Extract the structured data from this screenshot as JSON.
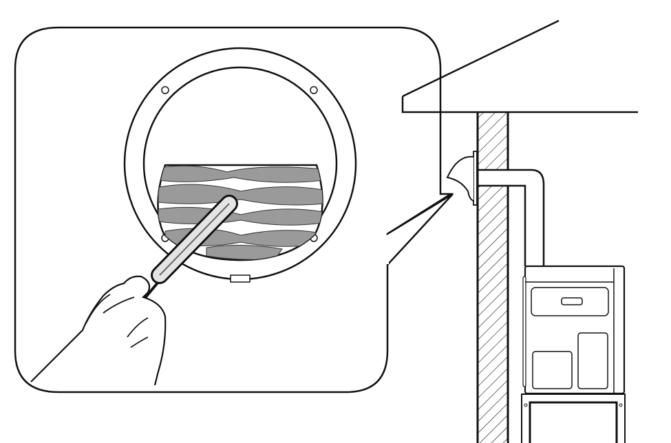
{
  "colors": {
    "line": "#111111",
    "lint": "#9a9a9a",
    "background": "#ffffff",
    "brush": "#dddddd"
  },
  "icons": {
    "callout": "magnified-vent-callout",
    "brush": "lint-brush",
    "dryer": "dryer-appliance"
  }
}
